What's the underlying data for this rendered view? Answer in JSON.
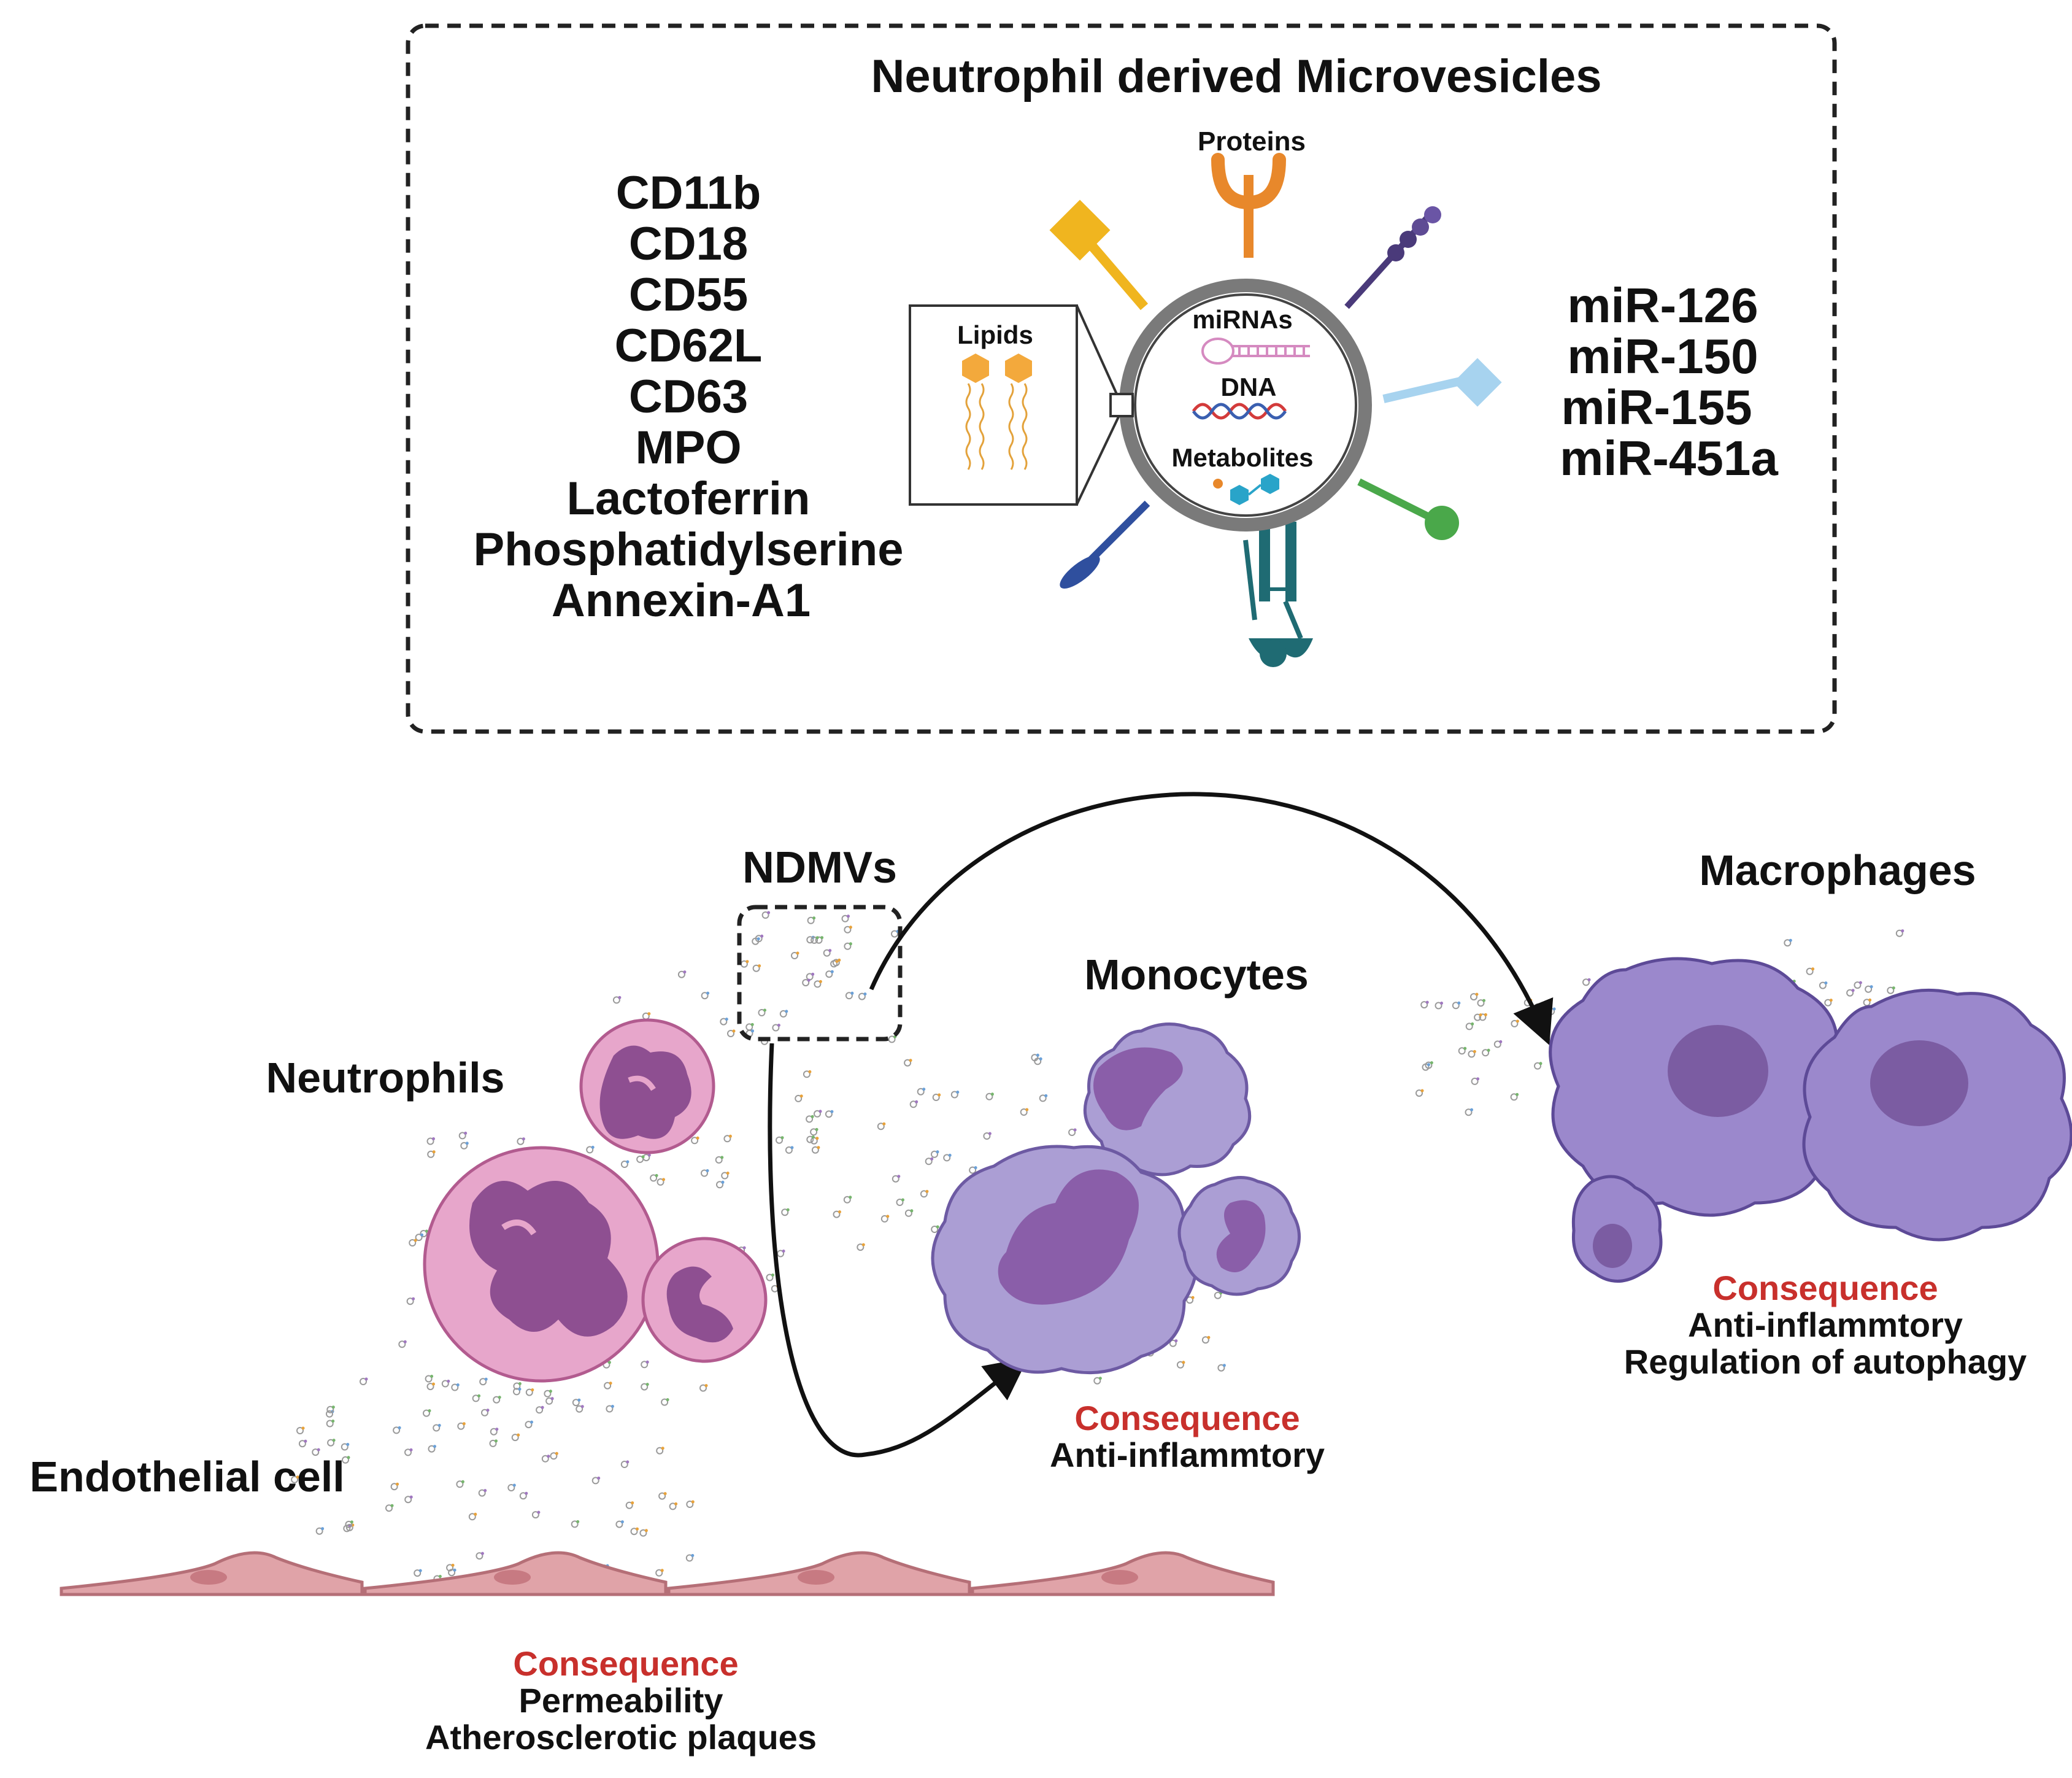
{
  "top_panel": {
    "title": "Neutrophil derived Microvesicles",
    "surface_markers": [
      "CD11b",
      "CD18",
      "CD55",
      "CD62L",
      "CD63",
      "MPO",
      "Lactoferrin",
      "Phosphatidylserine",
      "Annexin-A1"
    ],
    "mirnas": [
      "miR-126",
      "miR-150",
      "miR-155",
      "miR-451a"
    ],
    "vesicle": {
      "proteins_label": "Proteins",
      "lipids_label": "Lipids",
      "mirnas_label": "miRNAs",
      "dna_label": "DNA",
      "metabolites_label": "Metabolites"
    }
  },
  "cells": {
    "ndmvs_label": "NDMVs",
    "neutrophils_label": "Neutrophils",
    "monocytes_label": "Monocytes",
    "macrophages_label": "Macrophages",
    "endothelial_label": "Endothelial cell"
  },
  "consequences": {
    "monocytes": {
      "heading": "Consequence",
      "lines": [
        "Anti-inflammtory"
      ]
    },
    "macrophages": {
      "heading": "Consequence",
      "lines": [
        "Anti-inflammtory",
        "Regulation of autophagy"
      ]
    },
    "endothelial": {
      "heading": "Consequence",
      "lines": [
        "Permeability",
        "Atherosclerotic plaques"
      ]
    }
  },
  "colors": {
    "consequence_red": "#c8302c",
    "neutrophil_pink": "#e6a5c8",
    "neutrophil_nucleus": "#8e4f91",
    "monocyte_purple": "#a99bd0",
    "monocyte_nucleus": "#8a5fa6",
    "macrophage_purple": "#9b88cc",
    "macrophage_nucleus": "#7a5a9e",
    "endothelial": "#e0a3a8",
    "vesicle_ring": "#777777"
  }
}
